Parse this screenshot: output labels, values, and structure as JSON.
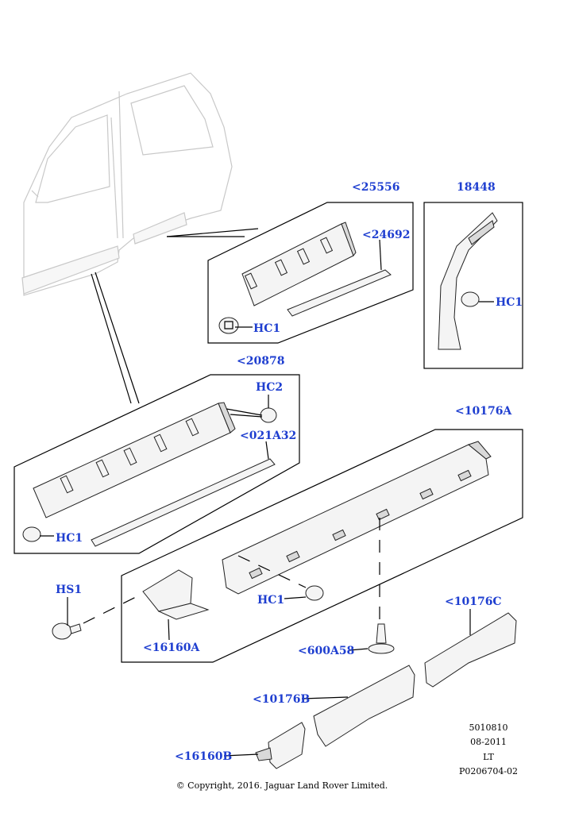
{
  "callouts": {
    "c25556": "<25556",
    "c24692": "<24692",
    "c18448": "18448",
    "c20878": "<20878",
    "hc2": "HC2",
    "c021a32": "<021A32",
    "c10176a": "<10176A",
    "hs1": "HS1",
    "c16160a": "<16160A",
    "c600a58": "<600A58",
    "c10176c": "<10176C",
    "c10176b": "<10176B",
    "c16160b": "<16160B",
    "hc1": "HC1"
  },
  "footer": {
    "code1": "5010810",
    "date": "08-2011",
    "lang": "LT",
    "ref": "P0206704-02",
    "copyright": "© Copyright, 2016. Jaguar Land Rover Limited."
  },
  "colors": {
    "callout": "#1f3fd0",
    "outline": "#222222",
    "ghost": "#c8c8c8"
  }
}
